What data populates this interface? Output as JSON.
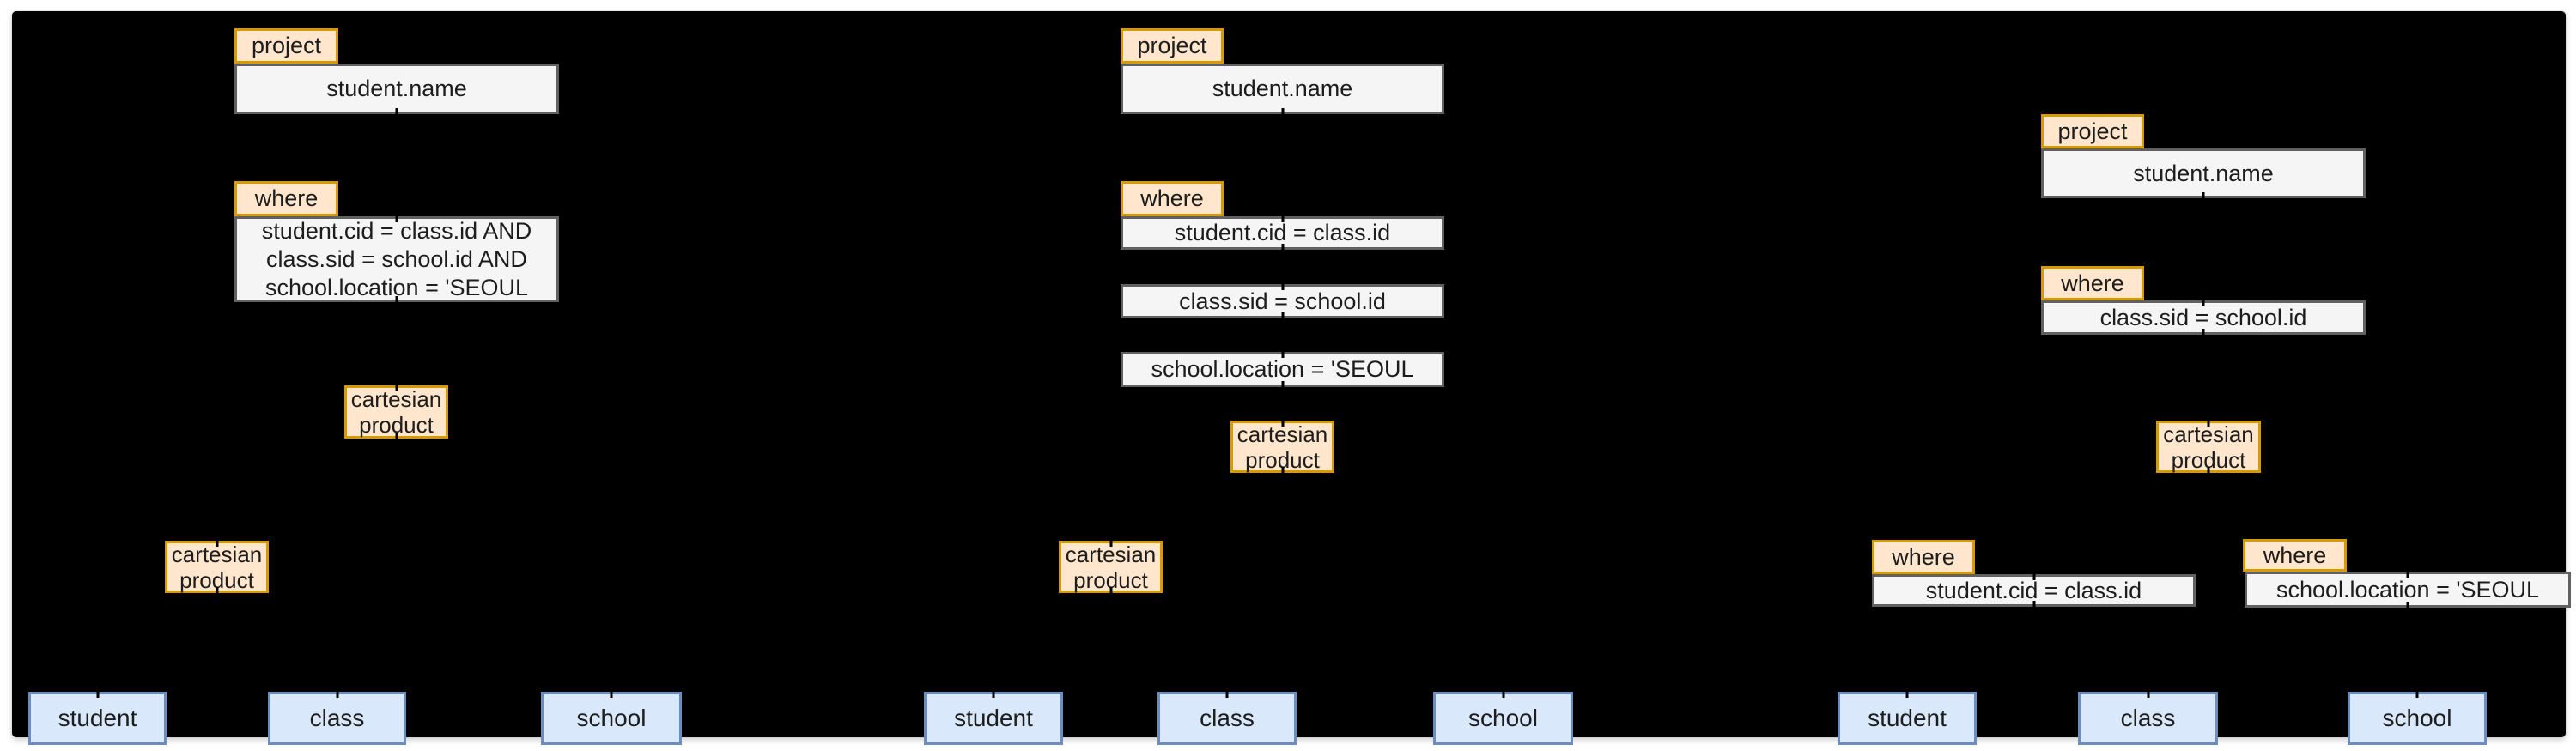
{
  "colors": {
    "canvas_bg": "#000000",
    "operator_fill": "#ffe6cc",
    "operator_stroke": "#d79b00",
    "condition_fill": "#f5f5f5",
    "condition_stroke": "#616161",
    "table_fill": "#dae8fc",
    "table_stroke": "#6c8ebf"
  },
  "trees": [
    {
      "project": {
        "label": "project",
        "value": "student.name"
      },
      "where": {
        "label": "where",
        "lines": [
          "student.cid = class.id AND",
          "class.sid = school.id AND",
          "school.location = 'SEOUL"
        ]
      },
      "cartesians": [
        "cartesian product",
        "cartesian product"
      ],
      "tables": [
        "student",
        "class",
        "school"
      ]
    },
    {
      "project": {
        "label": "project",
        "value": "student.name"
      },
      "wheres": [
        {
          "label": "where",
          "condition": "student.cid = class.id"
        },
        {
          "condition": "class.sid = school.id"
        },
        {
          "condition": "school.location = 'SEOUL"
        }
      ],
      "cartesians": [
        "cartesian product",
        "cartesian product"
      ],
      "tables": [
        "student",
        "class",
        "school"
      ]
    },
    {
      "project": {
        "label": "project",
        "value": "student.name"
      },
      "top_where": {
        "label": "where",
        "condition": "class.sid = school.id"
      },
      "cartesian": "cartesian product",
      "left_where": {
        "label": "where",
        "condition": "student.cid = class.id"
      },
      "right_where": {
        "label": "where",
        "condition": "school.location = 'SEOUL"
      },
      "tables": [
        "student",
        "class",
        "school"
      ]
    }
  ]
}
